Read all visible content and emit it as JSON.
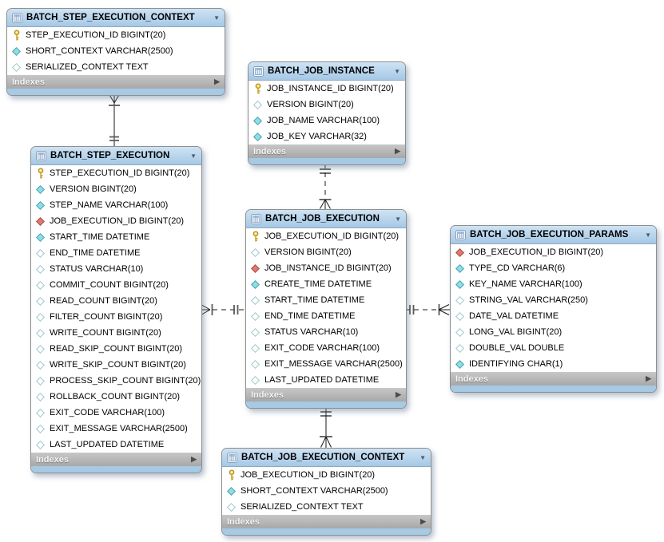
{
  "icons": {
    "collapse_glyph": "▼",
    "expand_glyph": "▶"
  },
  "colors": {
    "table_header_blue": "#b7d4ec",
    "table_footer_blue": "#a6c9e4",
    "indexes_bar_gray": "#b5b5b5",
    "primary_key_gold": "#eed052",
    "attribute_cyan": "#8edee7",
    "foreign_key_red": "#dd7a72",
    "relationship_line": "#1a1a1a"
  },
  "tables": [
    {
      "id": "batch_step_execution_context",
      "title": "BATCH_STEP_EXECUTION_CONTEXT",
      "indexes_label": "Indexes",
      "columns": [
        {
          "icon": "key-icon",
          "text": "STEP_EXECUTION_ID BIGINT(20)"
        },
        {
          "icon": "diamond-filled-icon",
          "text": "SHORT_CONTEXT VARCHAR(2500)"
        },
        {
          "icon": "diamond-outline-icon",
          "text": "SERIALIZED_CONTEXT TEXT"
        }
      ]
    },
    {
      "id": "batch_job_instance",
      "title": "BATCH_JOB_INSTANCE",
      "indexes_label": "Indexes",
      "columns": [
        {
          "icon": "key-icon",
          "text": "JOB_INSTANCE_ID BIGINT(20)"
        },
        {
          "icon": "diamond-outline-icon",
          "text": "VERSION BIGINT(20)"
        },
        {
          "icon": "diamond-filled-icon",
          "text": "JOB_NAME VARCHAR(100)"
        },
        {
          "icon": "diamond-filled-icon",
          "text": "JOB_KEY VARCHAR(32)"
        }
      ]
    },
    {
      "id": "batch_step_execution",
      "title": "BATCH_STEP_EXECUTION",
      "indexes_label": "Indexes",
      "columns": [
        {
          "icon": "key-icon",
          "text": "STEP_EXECUTION_ID BIGINT(20)"
        },
        {
          "icon": "diamond-filled-icon",
          "text": "VERSION BIGINT(20)"
        },
        {
          "icon": "diamond-filled-icon",
          "text": "STEP_NAME VARCHAR(100)"
        },
        {
          "icon": "diamond-fk-icon",
          "text": "JOB_EXECUTION_ID BIGINT(20)"
        },
        {
          "icon": "diamond-filled-icon",
          "text": "START_TIME DATETIME"
        },
        {
          "icon": "diamond-outline-icon",
          "text": "END_TIME DATETIME"
        },
        {
          "icon": "diamond-outline-icon",
          "text": "STATUS VARCHAR(10)"
        },
        {
          "icon": "diamond-outline-icon",
          "text": "COMMIT_COUNT BIGINT(20)"
        },
        {
          "icon": "diamond-outline-icon",
          "text": "READ_COUNT BIGINT(20)"
        },
        {
          "icon": "diamond-outline-icon",
          "text": "FILTER_COUNT BIGINT(20)"
        },
        {
          "icon": "diamond-outline-icon",
          "text": "WRITE_COUNT BIGINT(20)"
        },
        {
          "icon": "diamond-outline-icon",
          "text": "READ_SKIP_COUNT BIGINT(20)"
        },
        {
          "icon": "diamond-outline-icon",
          "text": "WRITE_SKIP_COUNT BIGINT(20)"
        },
        {
          "icon": "diamond-outline-icon",
          "text": "PROCESS_SKIP_COUNT BIGINT(20)"
        },
        {
          "icon": "diamond-outline-icon",
          "text": "ROLLBACK_COUNT BIGINT(20)"
        },
        {
          "icon": "diamond-outline-icon",
          "text": "EXIT_CODE VARCHAR(100)"
        },
        {
          "icon": "diamond-outline-icon",
          "text": "EXIT_MESSAGE VARCHAR(2500)"
        },
        {
          "icon": "diamond-outline-icon",
          "text": "LAST_UPDATED DATETIME"
        }
      ]
    },
    {
      "id": "batch_job_execution",
      "title": "BATCH_JOB_EXECUTION",
      "indexes_label": "Indexes",
      "columns": [
        {
          "icon": "key-icon",
          "text": "JOB_EXECUTION_ID BIGINT(20)"
        },
        {
          "icon": "diamond-outline-icon",
          "text": "VERSION BIGINT(20)"
        },
        {
          "icon": "diamond-fk-icon",
          "text": "JOB_INSTANCE_ID BIGINT(20)"
        },
        {
          "icon": "diamond-filled-icon",
          "text": "CREATE_TIME DATETIME"
        },
        {
          "icon": "diamond-outline-icon",
          "text": "START_TIME DATETIME"
        },
        {
          "icon": "diamond-outline-icon",
          "text": "END_TIME DATETIME"
        },
        {
          "icon": "diamond-outline-icon",
          "text": "STATUS VARCHAR(10)"
        },
        {
          "icon": "diamond-outline-icon",
          "text": "EXIT_CODE VARCHAR(100)"
        },
        {
          "icon": "diamond-outline-icon",
          "text": "EXIT_MESSAGE VARCHAR(2500)"
        },
        {
          "icon": "diamond-outline-icon",
          "text": "LAST_UPDATED DATETIME"
        }
      ]
    },
    {
      "id": "batch_job_execution_params",
      "title": "BATCH_JOB_EXECUTION_PARAMS",
      "indexes_label": "Indexes",
      "columns": [
        {
          "icon": "diamond-fk-icon",
          "text": "JOB_EXECUTION_ID BIGINT(20)"
        },
        {
          "icon": "diamond-filled-icon",
          "text": "TYPE_CD VARCHAR(6)"
        },
        {
          "icon": "diamond-filled-icon",
          "text": "KEY_NAME VARCHAR(100)"
        },
        {
          "icon": "diamond-outline-icon",
          "text": "STRING_VAL VARCHAR(250)"
        },
        {
          "icon": "diamond-outline-icon",
          "text": "DATE_VAL DATETIME"
        },
        {
          "icon": "diamond-outline-icon",
          "text": "LONG_VAL BIGINT(20)"
        },
        {
          "icon": "diamond-outline-icon",
          "text": "DOUBLE_VAL DOUBLE"
        },
        {
          "icon": "diamond-filled-icon",
          "text": "IDENTIFYING CHAR(1)"
        }
      ]
    },
    {
      "id": "batch_job_execution_context",
      "title": "BATCH_JOB_EXECUTION_CONTEXT",
      "indexes_label": "Indexes",
      "columns": [
        {
          "icon": "key-icon",
          "text": "JOB_EXECUTION_ID BIGINT(20)"
        },
        {
          "icon": "diamond-filled-icon",
          "text": "SHORT_CONTEXT VARCHAR(2500)"
        },
        {
          "icon": "diamond-outline-icon",
          "text": "SERIALIZED_CONTEXT TEXT"
        }
      ]
    }
  ],
  "relationships": [
    {
      "id": "stepctx-stepexec",
      "one_side": "BATCH_STEP_EXECUTION",
      "many_side": "BATCH_STEP_EXECUTION_CONTEXT",
      "line": "solid"
    },
    {
      "id": "jobinstance-jobexec",
      "one_side": "BATCH_JOB_INSTANCE",
      "many_side": "BATCH_JOB_EXECUTION",
      "line": "dashed"
    },
    {
      "id": "jobexec-stepexec",
      "one_side": "BATCH_JOB_EXECUTION",
      "many_side": "BATCH_STEP_EXECUTION",
      "line": "dashed"
    },
    {
      "id": "jobexec-params",
      "one_side": "BATCH_JOB_EXECUTION",
      "many_side": "BATCH_JOB_EXECUTION_PARAMS",
      "line": "dashed"
    },
    {
      "id": "jobexec-jobctx",
      "one_side": "BATCH_JOB_EXECUTION",
      "many_side": "BATCH_JOB_EXECUTION_CONTEXT",
      "line": "solid"
    }
  ]
}
